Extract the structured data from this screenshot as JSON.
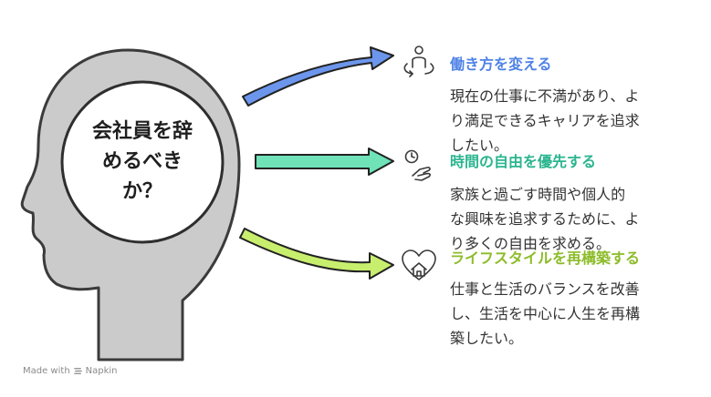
{
  "center": {
    "lines": [
      "会社員を辞",
      "めるべき",
      "か？"
    ]
  },
  "branches": [
    {
      "heading": "働き方を変える",
      "heading_color": "#4f82e6",
      "arrow_color": "#6c96ec",
      "icon": "person-refresh-icon",
      "desc_lines": [
        "現在の仕事に不満があり、よ",
        "り満足できるキャリアを追求",
        "したい。"
      ]
    },
    {
      "heading": "時間の自由を優先する",
      "heading_color": "#2bb58f",
      "arrow_color": "#6fe2b8",
      "icon": "clock-hand-icon",
      "desc_lines": [
        "家族と過ごす時間や個人的",
        "な興味を追求するために、よ",
        "り多くの自由を求める。"
      ]
    },
    {
      "heading": "ライフスタイルを再構築する",
      "heading_color": "#8dbc2a",
      "arrow_color": "#c8ee6e",
      "icon": "heart-house-icon",
      "desc_lines": [
        "仕事と生活のバランスを改善",
        "し、生活を中心に人生を再構",
        "築したい。"
      ]
    }
  ],
  "footer": {
    "made_with": "Made with",
    "brand": "Napkin"
  }
}
